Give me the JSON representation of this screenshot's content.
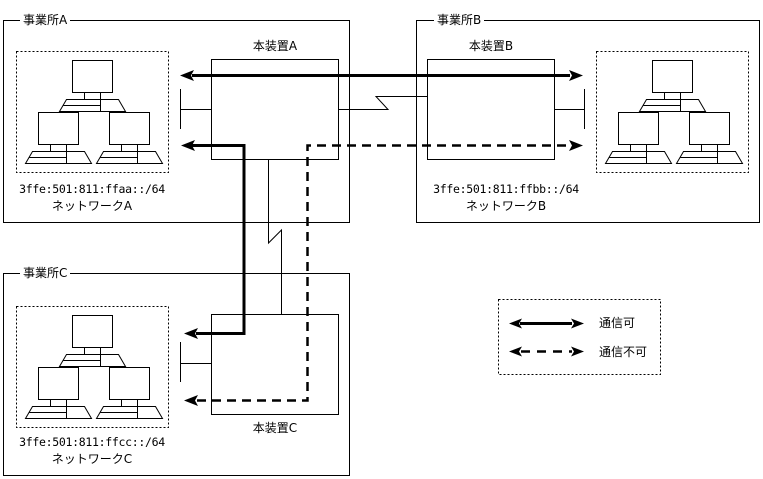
{
  "offices": {
    "a": {
      "label": "事業所A",
      "device": "本装置A",
      "prefix": "3ffe:501:811:ffaa::/64",
      "network": "ネットワークA"
    },
    "b": {
      "label": "事業所B",
      "device": "本装置B",
      "prefix": "3ffe:501:811:ffbb::/64",
      "network": "ネットワークB"
    },
    "c": {
      "label": "事業所C",
      "device": "本装置C",
      "prefix": "3ffe:501:811:ffcc::/64",
      "network": "ネットワークC"
    }
  },
  "legend": {
    "items": [
      {
        "style": "solid",
        "label": "通信可"
      },
      {
        "style": "dashed",
        "label": "通信不可"
      }
    ]
  },
  "links": [
    {
      "from": "ネットワークA",
      "to": "ネットワークB",
      "style": "solid",
      "meaning": "通信可"
    },
    {
      "from": "ネットワークA",
      "to": "ネットワークC",
      "style": "solid",
      "meaning": "通信可"
    },
    {
      "from": "ネットワークC",
      "to": "ネットワークB",
      "style": "dashed",
      "meaning": "通信不可"
    }
  ]
}
